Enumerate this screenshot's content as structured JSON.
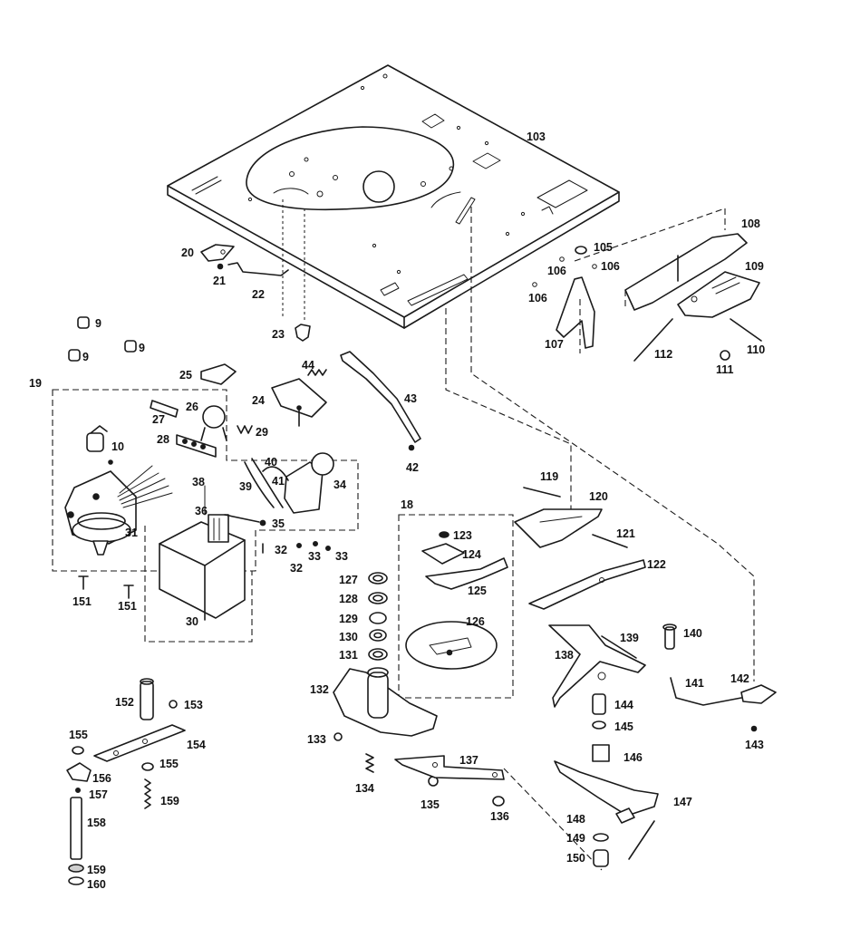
{
  "callouts": [
    {
      "id": "103",
      "text": "103"
    },
    {
      "id": "20",
      "text": "20"
    },
    {
      "id": "21",
      "text": "21"
    },
    {
      "id": "22",
      "text": "22"
    },
    {
      "id": "23",
      "text": "23"
    },
    {
      "id": "9a",
      "text": "9"
    },
    {
      "id": "9b",
      "text": "9"
    },
    {
      "id": "9c",
      "text": "9"
    },
    {
      "id": "19",
      "text": "19"
    },
    {
      "id": "25",
      "text": "25"
    },
    {
      "id": "44",
      "text": "44"
    },
    {
      "id": "43",
      "text": "43"
    },
    {
      "id": "42",
      "text": "42"
    },
    {
      "id": "24",
      "text": "24"
    },
    {
      "id": "26",
      "text": "26"
    },
    {
      "id": "27",
      "text": "27"
    },
    {
      "id": "29",
      "text": "29"
    },
    {
      "id": "28",
      "text": "28"
    },
    {
      "id": "10",
      "text": "10"
    },
    {
      "id": "40",
      "text": "40"
    },
    {
      "id": "41",
      "text": "41"
    },
    {
      "id": "34",
      "text": "34"
    },
    {
      "id": "38",
      "text": "38"
    },
    {
      "id": "39",
      "text": "39"
    },
    {
      "id": "36",
      "text": "36"
    },
    {
      "id": "35",
      "text": "35"
    },
    {
      "id": "31",
      "text": "31"
    },
    {
      "id": "32a",
      "text": "32"
    },
    {
      "id": "32b",
      "text": "32"
    },
    {
      "id": "33a",
      "text": "33"
    },
    {
      "id": "33b",
      "text": "33"
    },
    {
      "id": "151a",
      "text": "151"
    },
    {
      "id": "151b",
      "text": "151"
    },
    {
      "id": "30",
      "text": "30"
    },
    {
      "id": "108",
      "text": "108"
    },
    {
      "id": "105",
      "text": "105"
    },
    {
      "id": "106a",
      "text": "106"
    },
    {
      "id": "106b",
      "text": "106"
    },
    {
      "id": "106c",
      "text": "106"
    },
    {
      "id": "109",
      "text": "109"
    },
    {
      "id": "107",
      "text": "107"
    },
    {
      "id": "112",
      "text": "112"
    },
    {
      "id": "110",
      "text": "110"
    },
    {
      "id": "111",
      "text": "111"
    },
    {
      "id": "18",
      "text": "18"
    },
    {
      "id": "119",
      "text": "119"
    },
    {
      "id": "120",
      "text": "120"
    },
    {
      "id": "123",
      "text": "123"
    },
    {
      "id": "124",
      "text": "124"
    },
    {
      "id": "121",
      "text": "121"
    },
    {
      "id": "122",
      "text": "122"
    },
    {
      "id": "125",
      "text": "125"
    },
    {
      "id": "127",
      "text": "127"
    },
    {
      "id": "128",
      "text": "128"
    },
    {
      "id": "129",
      "text": "129"
    },
    {
      "id": "126",
      "text": "126"
    },
    {
      "id": "130",
      "text": "130"
    },
    {
      "id": "131",
      "text": "131"
    },
    {
      "id": "138",
      "text": "138"
    },
    {
      "id": "139",
      "text": "139"
    },
    {
      "id": "140",
      "text": "140"
    },
    {
      "id": "141",
      "text": "141"
    },
    {
      "id": "142",
      "text": "142"
    },
    {
      "id": "143",
      "text": "143"
    },
    {
      "id": "144",
      "text": "144"
    },
    {
      "id": "145",
      "text": "145"
    },
    {
      "id": "132",
      "text": "132"
    },
    {
      "id": "133",
      "text": "133"
    },
    {
      "id": "134",
      "text": "134"
    },
    {
      "id": "135",
      "text": "135"
    },
    {
      "id": "136",
      "text": "136"
    },
    {
      "id": "137",
      "text": "137"
    },
    {
      "id": "146",
      "text": "146"
    },
    {
      "id": "147",
      "text": "147"
    },
    {
      "id": "148",
      "text": "148"
    },
    {
      "id": "149",
      "text": "149"
    },
    {
      "id": "150",
      "text": "150"
    },
    {
      "id": "152",
      "text": "152"
    },
    {
      "id": "153",
      "text": "153"
    },
    {
      "id": "154",
      "text": "154"
    },
    {
      "id": "155a",
      "text": "155"
    },
    {
      "id": "155b",
      "text": "155"
    },
    {
      "id": "156",
      "text": "156"
    },
    {
      "id": "157",
      "text": "157"
    },
    {
      "id": "158",
      "text": "158"
    },
    {
      "id": "159a",
      "text": "159"
    },
    {
      "id": "159b",
      "text": "159"
    },
    {
      "id": "160",
      "text": "160"
    }
  ]
}
